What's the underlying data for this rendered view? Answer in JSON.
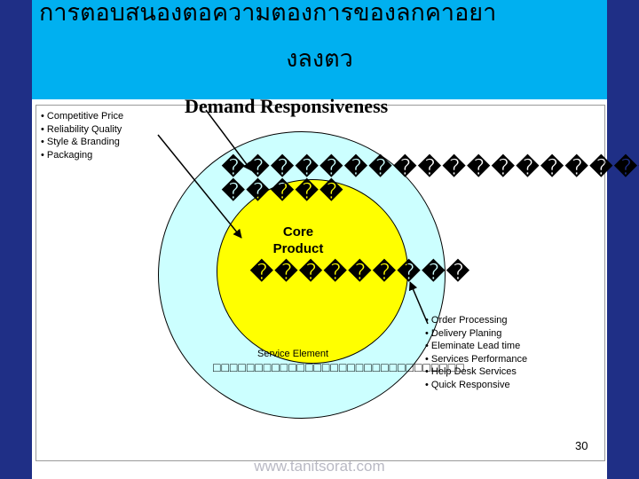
{
  "title": {
    "line1": "การตอบสนองตอความตองการของลกคาอยา",
    "line2": "งลงตว"
  },
  "left_bullets": [
    "• Competitive Price",
    "• Reliability Quality",
    "• Style & Branding",
    "• Packaging"
  ],
  "diagram": {
    "heading": "Demand Responsiveness",
    "outer_label_line1": "������������������",
    "outer_label_line2": "�����",
    "core_label_line1": "Core",
    "core_label_line2": "Product",
    "core_thai": "���������",
    "service_label": "Service Element",
    "service_thai": "□□□□□□□□□□□□□□□□□□□□□□□□□□□□□□"
  },
  "right_bullets": [
    "• Order Processing",
    "• Delivery Planing",
    "• Eleminate Lead time",
    "• Services Performance",
    "• Help Desk Services",
    "• Quick Responsive"
  ],
  "page_number": "30",
  "footer": "www.tanitsorat.com",
  "colors": {
    "frame": "#1f2f86",
    "title_bar": "#00b0f0",
    "outer_circle": "#ccffff",
    "inner_circle": "#ffff00"
  }
}
